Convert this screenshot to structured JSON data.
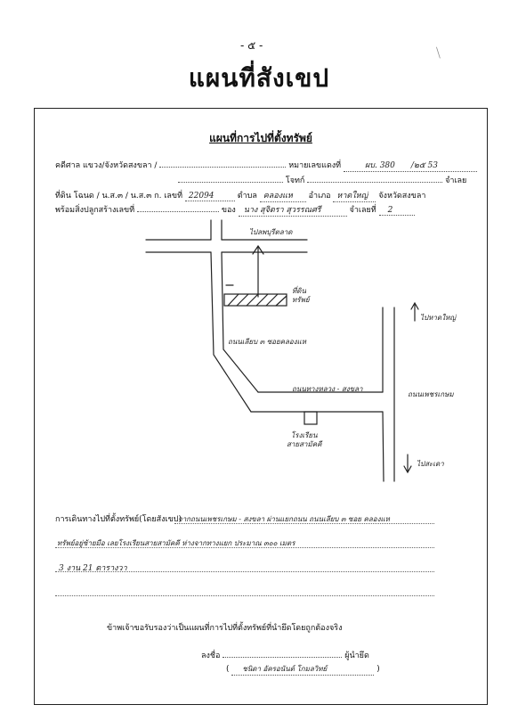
{
  "page_number": "- ๕ -",
  "title": "แผนที่สังเขป",
  "subtitle": "แผนที่การไปที่ตั้งทรัพย์",
  "form": {
    "row1": {
      "court_label": "คดีศาล แขวง/จังหวัดสงขลา /",
      "black_case_label": "หมายเลขแดงที่",
      "black_case_value": "ผบ. 380",
      "year_value": "/๒๕ 53"
    },
    "row2": {
      "plaintiff_label": "โจทก์",
      "defendant_label": "จำเลย"
    },
    "row3": {
      "land_label": "ที่ดิน โฉนด / น.ส.๓ / น.ส.๓ ก. เลขที่",
      "deed_value": "22094",
      "subdistrict_label": "ตำบล",
      "subdistrict_value": "คลองแห",
      "district_label": "อำเภอ",
      "district_value": "หาดใหญ่",
      "province_label": "จังหวัดสงขลา"
    },
    "row4": {
      "building_label": "พร้อมสิ่งปลูกสร้างเลขที่",
      "owner_label": "ของ",
      "owner_value": "นาง สุจิตรา สุวรรณศรี",
      "defendant_no_label": "จำเลยที่",
      "defendant_no_value": "2"
    }
  },
  "map": {
    "north_label": "ไปลพบุรีตลาด",
    "property_label_1": "ที่ดิน",
    "property_label_2": "ทรัพย์",
    "soi_label": "ถนนเลียบ ๓ ซอยคลองแห",
    "side_road_label": "ถนนทางหลวง - สงขลา",
    "main_road_label": "ถนนเพชรเกษม",
    "landmark_label_1": "โรงเรียน",
    "landmark_label_2": "สายสามัคคี",
    "right_top_label": "ไปหาดใหญ่",
    "right_bottom_label": "ไปสะเดา"
  },
  "directions": {
    "label": "การเดินทางไปที่ตั้งทรัพย์(โดยสังเขป)",
    "line1": "จากถนนเพชรเกษม - สงขลา ผ่านแยกถนน ถนนเลียบ ๓ ซอย คลองแห",
    "line2": "ทรัพย์อยู่ซ้ายมือ เลยโรงเรียนสายสามัคคี ห่างจากทางแยก ประมาณ ๓๐๐ เมตร",
    "line3": "3 งาน 21 ตารางวา"
  },
  "certify_text": "ข้าพเจ้าขอรับรองว่าเป็นแผนที่การไปที่ตั้งทรัพย์ที่นำยึดโดยถูกต้องจริง",
  "signature": {
    "sign_label": "ลงชื่อ",
    "role_label": "ผู้นำยึด",
    "open_paren": "(",
    "close_paren": ")",
    "name_value": "ชนิดา อัครอนันต์ โกมลวิทย์"
  }
}
